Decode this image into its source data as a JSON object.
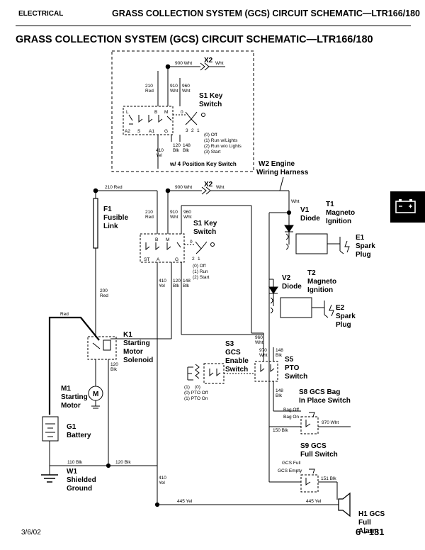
{
  "header": {
    "section": "ELECTRICAL",
    "title": "GRASS COLLECTION SYSTEM (GCS) CIRCUIT SCHEMATIC—LTR166/180"
  },
  "main_title": "GRASS COLLECTION SYSTEM (GCS) CIRCUIT SCHEMATIC—LTR166/180",
  "footer": {
    "date": "3/6/02",
    "page": "6 - 131"
  },
  "inset": {
    "caption": "w/ 4 Position Key Switch",
    "wire_900": "900 Wht",
    "x2": "X2",
    "x2_wht": "Wht",
    "wire_210": "210",
    "wire_210_color": "Red",
    "wire_910": "910",
    "wire_910_color": "Wht",
    "wire_960": "960",
    "wire_960_color": "Wht",
    "switch_id": "S1 Key",
    "switch_name": "Switch",
    "term_L": "L",
    "term_B": "B",
    "term_M": "M",
    "term_A2": "A2",
    "term_S": "S",
    "term_A1": "A1",
    "term_G": "G",
    "pos_0": "0",
    "pos_1": "1",
    "pos_2": "2",
    "pos_3": "3",
    "legend_0": "(0) Off",
    "legend_1": "(1) Run w/Lights",
    "legend_2": "(2) Run w/o Lights",
    "legend_3": "(3) Start",
    "wire_120": "120",
    "wire_120_color": "Blk",
    "wire_148": "148",
    "wire_148_color": "Blk",
    "wire_410": "410",
    "wire_410_color": "Yel"
  },
  "main": {
    "wire_210": "210 Red",
    "wire_900": "900 Wht",
    "x2": "X2",
    "x2_wht": "Wht",
    "harness_id": "W2 Engine",
    "harness_name": "Wiring Harness",
    "f1_id": "F1",
    "f1_name1": "Fusible",
    "f1_name2": "Link",
    "s1_210": "210",
    "s1_210_color": "Red",
    "s1_910": "910",
    "s1_910_color": "Wht",
    "s1_960": "960",
    "s1_960_color": "Wht",
    "s1_id": "S1 Key",
    "s1_name": "Switch",
    "term_B": "B",
    "term_M": "M",
    "term_ST": "ST",
    "term_A": "A",
    "term_G": "G",
    "pos_0": "0",
    "pos_1": "1",
    "pos_2": "2",
    "s1_legend_0": "(0) Off",
    "s1_legend_1": "(1) Run",
    "s1_legend_2": "(2) Start",
    "wire_410": "410",
    "wire_410_color": "Yel",
    "wire_120": "120",
    "wire_120_color": "Blk",
    "wire_148": "148",
    "wire_148_color": "Blk",
    "wire_200": "200",
    "wire_200_color": "Red",
    "wire_red": "Red",
    "k1_id": "K1",
    "k1_name1": "Starting",
    "k1_name2": "Motor",
    "k1_name3": "Solenoid",
    "k1_120": "120",
    "k1_120_color": "Blk",
    "m1_id": "M1",
    "m1_name1": "Starting",
    "m1_name2": "Motor",
    "m1_symbol": "M",
    "g1_id": "G1",
    "g1_name": "Battery",
    "w1_id": "W1",
    "w1_name1": "Shielded",
    "w1_name2": "Ground",
    "wire_110": "110 Blk",
    "wire_120b": "120 Blk",
    "wire_410b": "410",
    "wire_410b_color": "Yel",
    "wire_445a": "445 Yel",
    "wire_445b": "445 Yel",
    "wht_v1": "Wht",
    "v1_id": "V1",
    "v1_name": "Diode",
    "t1_id": "T1",
    "t1_name1": "Magneto",
    "t1_name2": "Ignition",
    "e1_id": "E1",
    "e1_name1": "Spark",
    "e1_name2": "Plug",
    "v2_id": "V2",
    "v2_name": "Diode",
    "t2_id": "T2",
    "t2_name1": "Magneto",
    "t2_name2": "Ignition",
    "e2_id": "E2",
    "e2_name1": "Spark",
    "e2_name2": "Plug",
    "s3_id": "S3",
    "s3_name1": "GCS",
    "s3_name2": "Enable",
    "s3_name3": "Switch",
    "s3_pos_1": "(1)",
    "s3_pos_0": "(0)",
    "s3_legend_0": "(0) PTO Off",
    "s3_legend_1": "(1) PTO On",
    "wire_960": "960",
    "wire_960_color": "Wht",
    "wire_970": "970",
    "wire_970_color": "Wht",
    "wire_148b": "148",
    "wire_148b_color": "Blk",
    "s5_id": "S5",
    "s5_name1": "PTO",
    "s5_name2": "Switch",
    "wire_148c": "148",
    "wire_148c_color": "Blk",
    "s8_id": "S8 GCS Bag",
    "s8_name": "In Place Switch",
    "bag_off": "Bag Off",
    "bag_on": "Bag On",
    "wire_150": "150 Blk",
    "wire_970b": "970 Wht",
    "s9_id": "S9 GCS",
    "s9_name": "Full Switch",
    "gcs_full": "GCS Full",
    "gcs_empty": "GCS Empty",
    "wire_151": "151 Blk",
    "h1_id": "H1 GCS",
    "h1_name1": "Full",
    "h1_name2": "Alarm"
  }
}
